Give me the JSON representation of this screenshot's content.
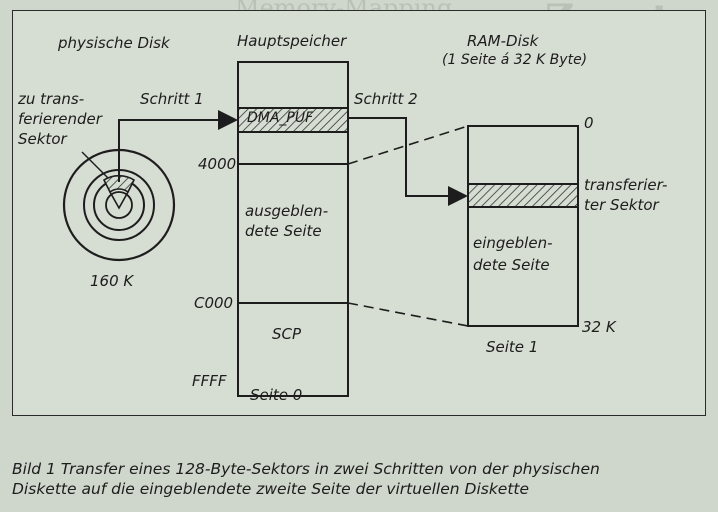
{
  "diagram": {
    "physical_disk_label": "physische Disk",
    "main_memory_label": "Hauptspeicher",
    "ram_disk_label": "RAM-Disk",
    "ram_disk_sub": "(1 Seite á 32 K Byte)",
    "sector_label_1": "zu trans-",
    "sector_label_2": "ferierender",
    "sector_label_3": "Sektor",
    "step1": "Schritt 1",
    "step2": "Schritt 2",
    "dma_buffer": "DMA_PUF",
    "addr_4000": "4000",
    "addr_c000": "C000",
    "addr_ffff": "FFFF",
    "hidden_page_1": "ausgeblen-",
    "hidden_page_2": "dete Seite",
    "scp": "SCP",
    "page0": "Seite 0",
    "disk_size": "160 K",
    "ram_addr_0": "0",
    "ram_addr_32k": "32 K",
    "transfer_sector_1": "transferier-",
    "transfer_sector_2": "ter Sektor",
    "shown_page_1": "eingeblen-",
    "shown_page_2": "dete Seite",
    "page1": "Seite 1"
  },
  "caption": {
    "line1": "Bild 1  Transfer eines 128-Byte-Sektors in zwei Schritten von der physischen",
    "line2": "Diskette auf die eingeblendete zweite Seite der virtuellen Diskette"
  },
  "background": {
    "heading_left": "Memory-Mapping",
    "heading_right": "Zusatz"
  }
}
